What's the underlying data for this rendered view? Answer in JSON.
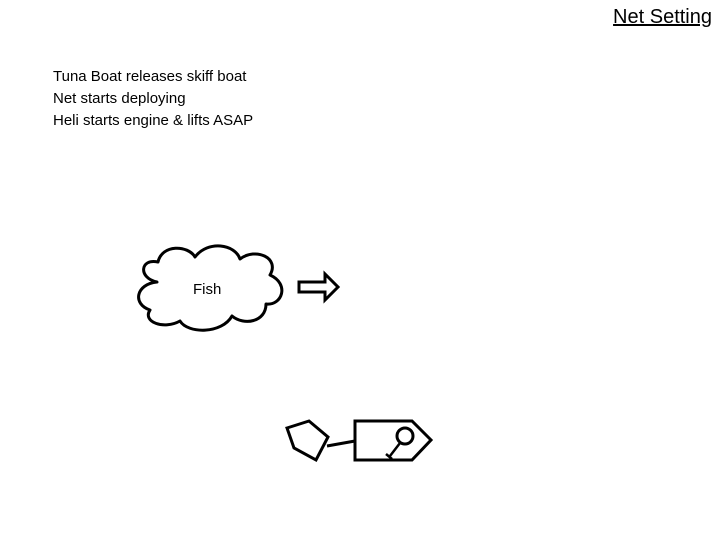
{
  "title": "Net Setting",
  "notes": [
    "Tuna Boat releases skiff boat",
    "Net starts deploying",
    "Heli starts engine & lifts ASAP"
  ],
  "diagram": {
    "fish_label": "Fish"
  }
}
